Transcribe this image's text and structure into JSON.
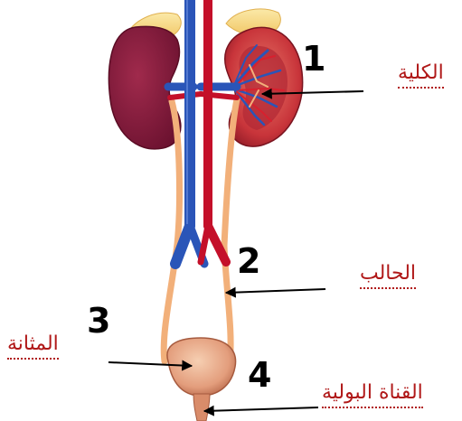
{
  "diagram": {
    "numbers": [
      "1",
      "2",
      "3",
      "4"
    ],
    "labels": {
      "kidney": "الكلية",
      "ureter": "الحالب",
      "bladder": "المثانة",
      "urethra": "القناة البولية"
    },
    "colors": {
      "label": "#b01818",
      "kidney_left": "#8a1c3c",
      "kidney_right": "#c23a3a",
      "vein": "#2a55b8",
      "artery": "#c4102a",
      "ureter": "#f2b07a",
      "bladder": "#e7a383",
      "arrow": "#000000"
    }
  }
}
